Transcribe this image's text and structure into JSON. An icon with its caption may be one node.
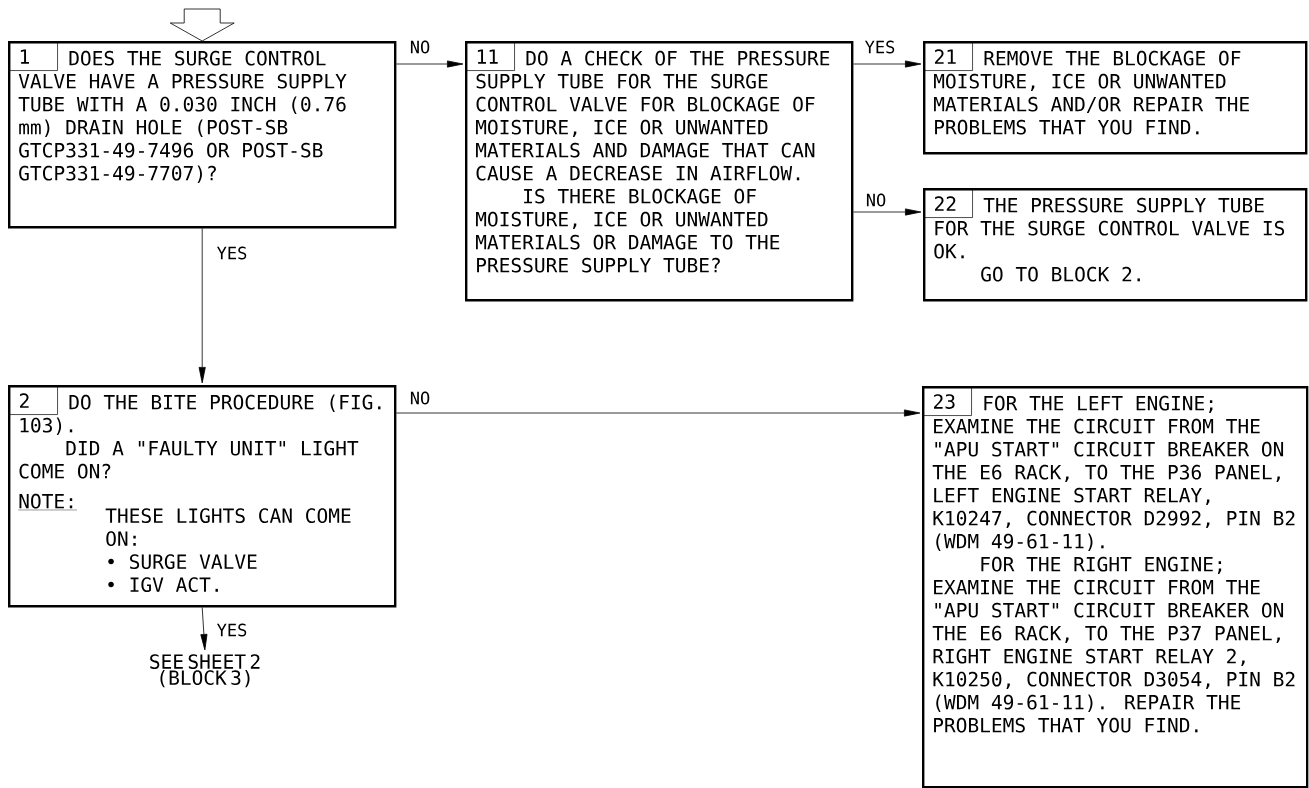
{
  "diagram": {
    "nodes": [
      {
        "text": [
          "1",
          "DOES THE SURGE CONTROL VALVE HAVE A PRESSURE SUPPLY TUBE WITH A 0.030 INCH (0.76 mm) DRAIN HOLE (POST-SB GTCP331-49-7496 OR POST-SB GTCP331-49-7707)?"
        ]
      },
      {
        "text": [
          "11",
          "DO A CHECK OF THE PRESSURE SUPPLY TUBE FOR THE SURGE CONTROL VALVE FOR BLOCKAGE OF MOISTURE, ICE OR UNWANTED MATERIALS AND DAMAGE THAT CAN CAUSE A DECREASE IN AIRFLOW.",
          "IS THERE BLOCKAGE OF MOISTURE, ICE OR UNWANTED MATERIALS OR DAMAGE TO THE PRESSURE SUPPLY TUBE?"
        ]
      },
      {
        "text": [
          "21",
          "REMOVE THE BLOCKAGE OF MOISTURE, ICE OR UNWANTED MATERIALS AND/OR REPAIR THE PROBLEMS THAT YOU FIND."
        ]
      },
      {
        "text": [
          "22",
          "THE PRESSURE SUPPLY TUBE FOR THE SURGE CONTROL VALVE IS OK.",
          "GO TO BLOCK 2."
        ]
      },
      {
        "text": [
          "2",
          "DO THE BITE PROCEDURE (FIG. 103).",
          "DID A \"FAULTY UNIT\" LIGHT COME ON?",
          "NOTE:",
          "THESE LIGHTS CAN COME ON:",
          "• SURGE VALVE",
          "• IGV ACT."
        ]
      },
      {
        "text": [
          "23",
          "FOR THE LEFT ENGINE; EXAMINE THE CIRCUIT FROM THE \"APU START\" CIRCUIT BREAKER ON THE E6 RACK, TO THE P36 PANEL, LEFT ENGINE START RELAY, K10247, CONNECTOR D2992, PIN B2 (WDM 49-61-11).",
          "FOR THE RIGHT ENGINE; EXAMINE THE CIRCUIT FROM THE \"APU START\" CIRCUIT BREAKER ON THE E6 RACK, TO THE P37 PANEL, RIGHT ENGINE START RELAY 2, K10250, CONNECTOR D3054, PIN B2 (WDM 49-61-11). REPAIR THE PROBLEMS THAT YOU FIND."
        ]
      },
      {
        "text": [
          "SEE SHEET 2 (BLOCK 3)"
        ]
      }
    ],
    "edges": [
      {
        "from": null,
        "to": 0,
        "arrow": "to"
      },
      {
        "from": 0,
        "to": 1,
        "arrow": "to",
        "label": "NO"
      },
      {
        "from": 1,
        "to": 2,
        "arrow": "to",
        "label": "YES"
      },
      {
        "from": 1,
        "to": 3,
        "arrow": "to",
        "label": "NO"
      },
      {
        "from": 0,
        "to": 4,
        "arrow": "to",
        "label": "YES"
      },
      {
        "from": 4,
        "to": 5,
        "arrow": "to",
        "label": "NO"
      },
      {
        "from": 4,
        "to": 6,
        "arrow": "to",
        "label": "YES"
      }
    ]
  }
}
